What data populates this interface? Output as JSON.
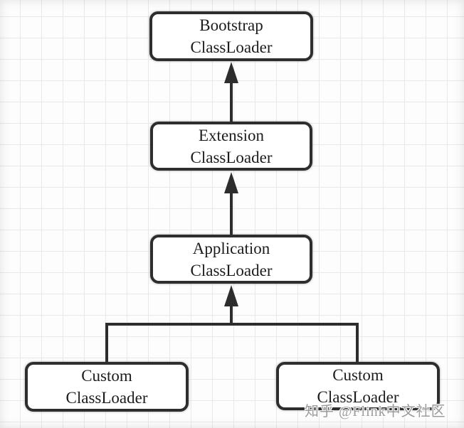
{
  "nodes": [
    {
      "id": "bootstrap",
      "line1": "Bootstrap",
      "line2": "ClassLoader"
    },
    {
      "id": "extension",
      "line1": "Extension",
      "line2": "ClassLoader"
    },
    {
      "id": "application",
      "line1": "Application",
      "line2": "ClassLoader"
    },
    {
      "id": "custom_left",
      "line1": "Custom",
      "line2": "ClassLoader"
    },
    {
      "id": "custom_right",
      "line1": "Custom",
      "line2": "ClassLoader"
    }
  ],
  "edges": [
    {
      "from": "extension",
      "to": "bootstrap",
      "direction": "up"
    },
    {
      "from": "application",
      "to": "extension",
      "direction": "up"
    },
    {
      "from": "custom_left",
      "to": "application",
      "direction": "up"
    },
    {
      "from": "custom_right",
      "to": "application",
      "direction": "up"
    }
  ],
  "watermark": "知乎 @Flink中文社区",
  "colors": {
    "line": "#2d2d2d",
    "box-border": "#2e2e2e",
    "box-bg": "#ffffff",
    "grid-line": "#e9e9e9",
    "canvas-bg": "#fdfdfd",
    "text": "#1c1c1c",
    "watermark": "#9c9c9c"
  }
}
